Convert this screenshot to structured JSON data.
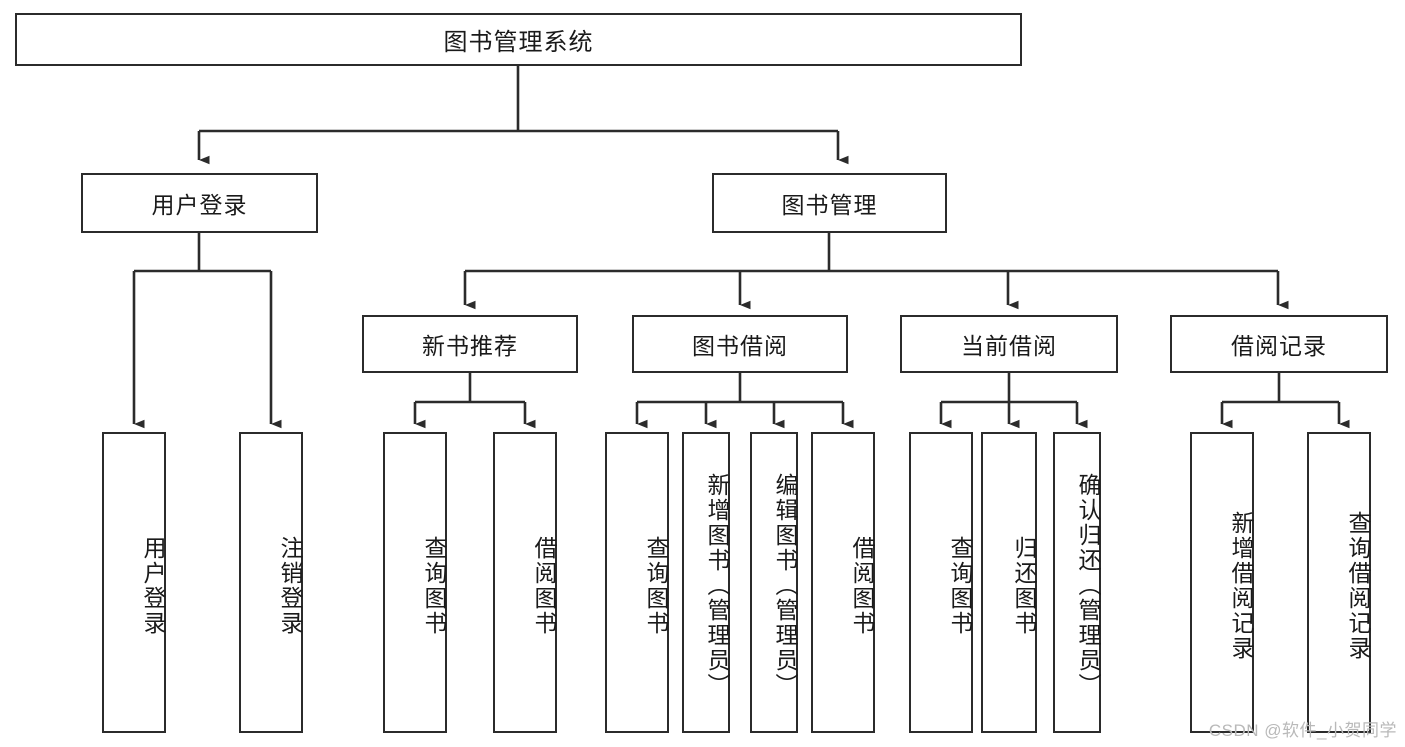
{
  "diagram": {
    "type": "tree-hierarchy-chart",
    "title": "图书管理系统",
    "watermark": "CSDN @软件_小贺同学",
    "colors": {
      "background": "#ffffff",
      "stroke": "#2b2b2b",
      "text": "#1a1a1a",
      "watermark": "#b9b9b9"
    },
    "root": {
      "label": "图书管理系统"
    },
    "level2": [
      {
        "id": "user-login",
        "label": "用户登录"
      },
      {
        "id": "book-management",
        "label": "图书管理"
      }
    ],
    "level3": [
      {
        "id": "new-book-recommend",
        "label": "新书推荐",
        "parent": "book-management"
      },
      {
        "id": "book-borrow",
        "label": "图书借阅",
        "parent": "book-management"
      },
      {
        "id": "current-borrow",
        "label": "当前借阅",
        "parent": "book-management"
      },
      {
        "id": "borrow-record",
        "label": "借阅记录",
        "parent": "book-management"
      }
    ],
    "leaves": {
      "user-login": [
        {
          "id": "leaf-user-login",
          "label": "用户登录"
        },
        {
          "id": "leaf-logout-login",
          "label": "注销登录"
        }
      ],
      "new-book-recommend": [
        {
          "id": "leaf-query-book-1",
          "label": "查询图书"
        },
        {
          "id": "leaf-borrow-book-1",
          "label": "借阅图书"
        }
      ],
      "book-borrow": [
        {
          "id": "leaf-query-book-2",
          "label": "查询图书"
        },
        {
          "id": "leaf-add-book-admin",
          "label": "新增图书（管理员）"
        },
        {
          "id": "leaf-edit-book-admin",
          "label": "编辑图书（管理员）"
        },
        {
          "id": "leaf-borrow-book-2",
          "label": "借阅图书"
        }
      ],
      "current-borrow": [
        {
          "id": "leaf-query-book-3",
          "label": "查询图书"
        },
        {
          "id": "leaf-return-book",
          "label": "归还图书"
        },
        {
          "id": "leaf-confirm-return-admin",
          "label": "确认归还（管理员）"
        }
      ],
      "borrow-record": [
        {
          "id": "leaf-add-borrow-record",
          "label": "新增借阅记录"
        },
        {
          "id": "leaf-query-borrow-record",
          "label": "查询借阅记录"
        }
      ]
    }
  }
}
